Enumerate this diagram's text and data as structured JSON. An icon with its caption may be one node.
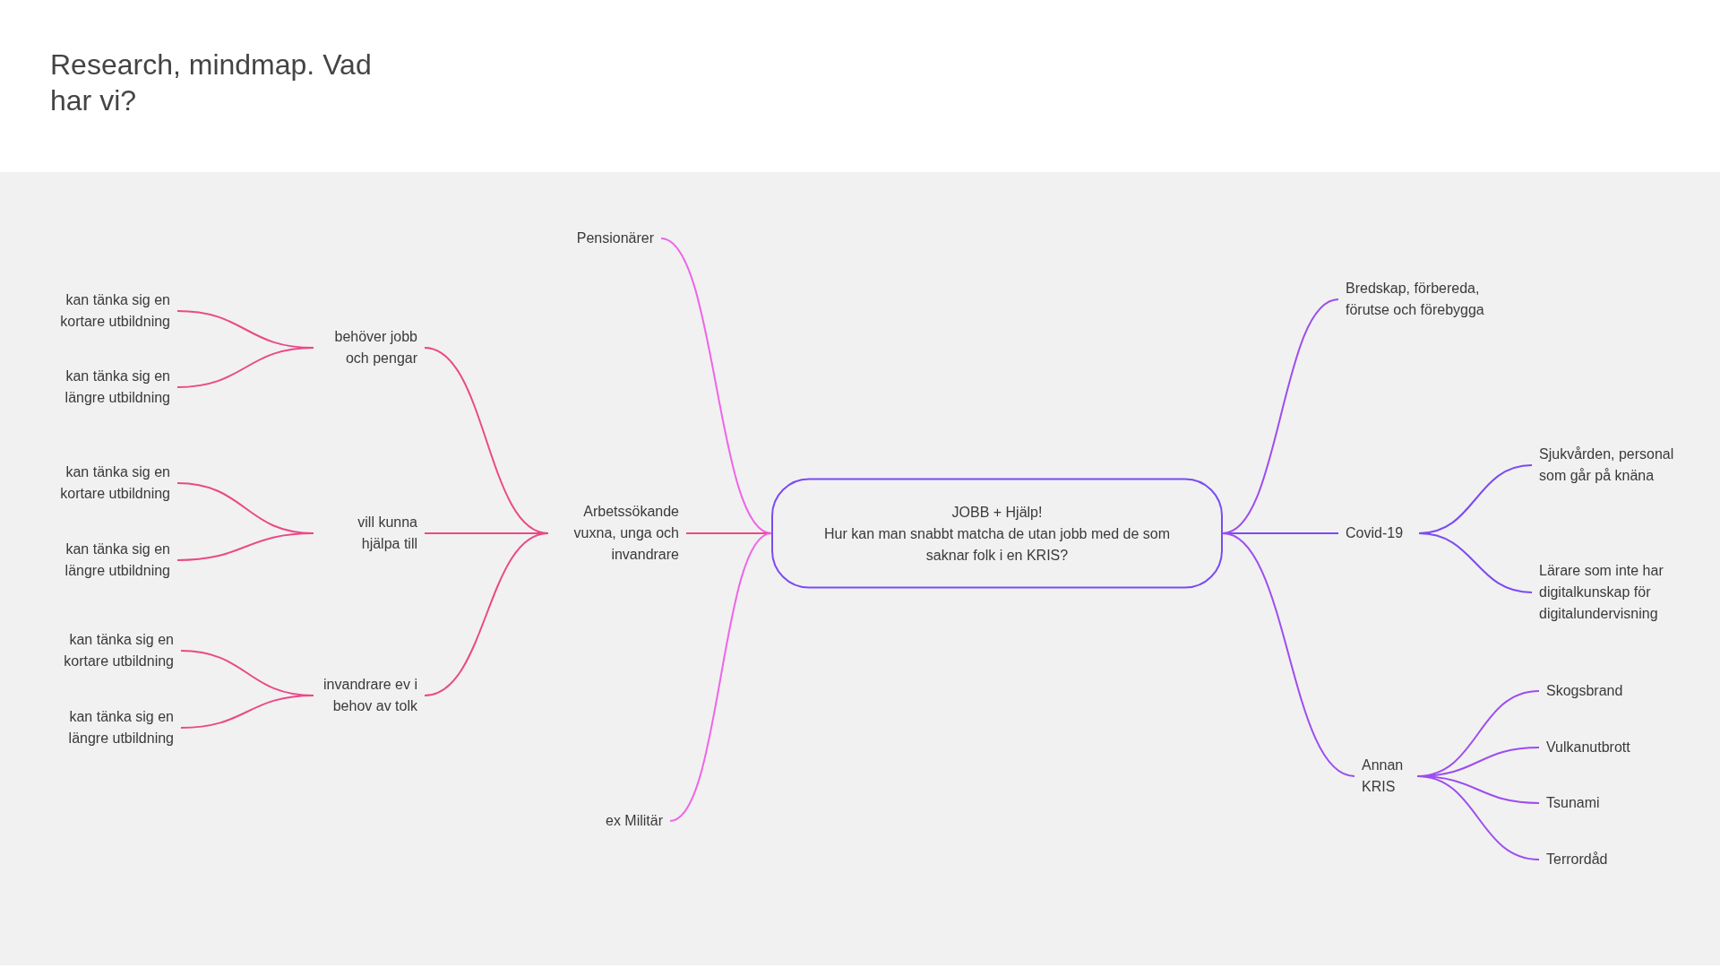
{
  "diagram": {
    "title": "Research, mindmap. Vad har vi?",
    "nodes": [
      {
        "text": [
          "JOBB + Hjälp!",
          "Hur kan man snabbt matcha de utan jobb med de som saknar folk i en KRIS?"
        ]
      },
      {
        "text": [
          "Pensionärer"
        ]
      },
      {
        "text": [
          "Arbetssökande vuxna, unga och invandrare"
        ]
      },
      {
        "text": [
          "ex Militär"
        ]
      },
      {
        "text": [
          "behöver jobb och pengar"
        ]
      },
      {
        "text": [
          "vill kunna hjälpa till"
        ]
      },
      {
        "text": [
          "invandrare ev i behov av tolk"
        ]
      },
      {
        "text": [
          "kan tänka sig en kortare utbildning"
        ]
      },
      {
        "text": [
          "kan tänka sig en längre utbildning"
        ]
      },
      {
        "text": [
          "kan tänka sig en kortare utbildning"
        ]
      },
      {
        "text": [
          "kan tänka sig en längre utbildning"
        ]
      },
      {
        "text": [
          "kan tänka sig en kortare utbildning"
        ]
      },
      {
        "text": [
          "kan tänka sig en längre utbildning"
        ]
      },
      {
        "text": [
          "Bredskap, förbereda, förutse och förebygga"
        ]
      },
      {
        "text": [
          "Covid-19"
        ]
      },
      {
        "text": [
          "Annan KRIS"
        ]
      },
      {
        "text": [
          "Sjukvården, personal som går på knäna"
        ]
      },
      {
        "text": [
          "Lärare som inte har digitalkunskap för digitalundervisning"
        ]
      },
      {
        "text": [
          "Skogsbrand"
        ]
      },
      {
        "text": [
          "Vulkanutbrott"
        ]
      },
      {
        "text": [
          "Tsunami"
        ]
      },
      {
        "text": [
          "Terrordåd"
        ]
      }
    ],
    "edges": [
      {
        "from": 0,
        "to": 1,
        "arrow": "none",
        "color": "#ee66e8"
      },
      {
        "from": 0,
        "to": 2,
        "arrow": "none"
      },
      {
        "from": 0,
        "to": 3,
        "arrow": "none",
        "color": "#ee66e8"
      },
      {
        "from": 2,
        "to": 4,
        "arrow": "none"
      },
      {
        "from": 2,
        "to": 5,
        "arrow": "none"
      },
      {
        "from": 2,
        "to": 6,
        "arrow": "none"
      },
      {
        "from": 4,
        "to": 7,
        "arrow": "none"
      },
      {
        "from": 4,
        "to": 8,
        "arrow": "none"
      },
      {
        "from": 5,
        "to": 9,
        "arrow": "none"
      },
      {
        "from": 5,
        "to": 10,
        "arrow": "none"
      },
      {
        "from": 6,
        "to": 11,
        "arrow": "none"
      },
      {
        "from": 6,
        "to": 12,
        "arrow": "none"
      },
      {
        "from": 0,
        "to": 13,
        "arrow": "none",
        "color": "#9d4df0"
      },
      {
        "from": 0,
        "to": 14,
        "arrow": "none",
        "color": "#7b4bf2"
      },
      {
        "from": 0,
        "to": 15,
        "arrow": "none",
        "color": "#9d4df0"
      },
      {
        "from": 14,
        "to": 16,
        "arrow": "none",
        "color": "#7b4bf2"
      },
      {
        "from": 14,
        "to": 17,
        "arrow": "none",
        "color": "#7b4bf2"
      },
      {
        "from": 15,
        "to": 18,
        "arrow": "none",
        "color": "#9d4df0"
      },
      {
        "from": 15,
        "to": 19,
        "arrow": "none",
        "color": "#9d4df0"
      },
      {
        "from": 15,
        "to": 20,
        "arrow": "none",
        "color": "#9d4df0"
      },
      {
        "from": 15,
        "to": 21,
        "arrow": "none",
        "color": "#9d4df0"
      }
    ]
  }
}
